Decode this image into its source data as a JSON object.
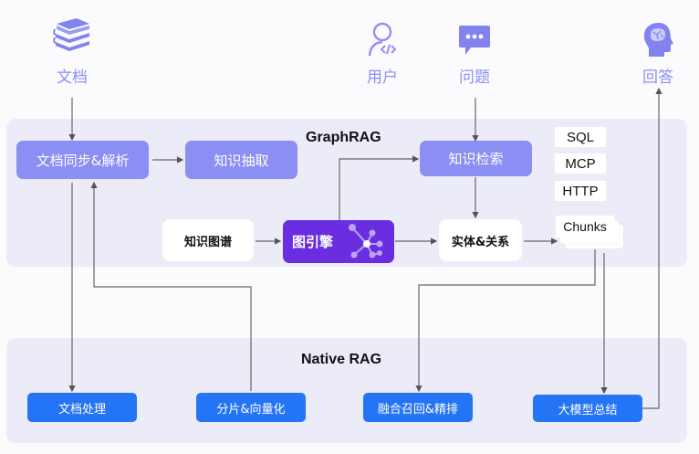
{
  "top": {
    "documents": {
      "label": "文档",
      "icon": "books-icon"
    },
    "user": {
      "label": "用户",
      "icon": "user-code-icon"
    },
    "question": {
      "label": "问题",
      "icon": "chat-bubble-icon"
    },
    "answer": {
      "label": "回答",
      "icon": "brain-head-icon"
    }
  },
  "graphrag": {
    "title": "GraphRAG",
    "doc_sync": "文档同步&解析",
    "knowledge_extract": "知识抽取",
    "knowledge_retrieval": "知识检索",
    "knowledge_graph": "知识图谱",
    "graph_engine": "图引擎",
    "entity_relation": "实体&关系",
    "protocols": [
      "SQL",
      "MCP",
      "HTTP"
    ],
    "chunks": "Chunks"
  },
  "native_rag": {
    "title": "Native RAG",
    "steps": [
      "文档处理",
      "分片&向量化",
      "融合召回&精排",
      "大模型总结"
    ]
  },
  "colors": {
    "lavender": "#8b8ef3",
    "purple": "#6a2ee0",
    "blue": "#2475f5",
    "panel": "#ececf9"
  }
}
